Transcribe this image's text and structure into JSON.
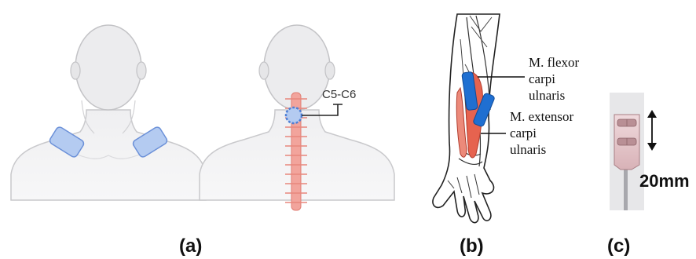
{
  "panels": {
    "a": {
      "label": "(a)",
      "vertebra_label": "C5-C6"
    },
    "b": {
      "label": "(b)",
      "flexor": [
        "M. flexor",
        "carpi",
        "ulnaris"
      ],
      "extensor": [
        "M. extensor",
        "carpi",
        "ulnaris"
      ]
    },
    "c": {
      "label": "(c)",
      "dimension": "20mm"
    }
  },
  "colors": {
    "skin": "#e8e8ea",
    "skin_outline": "#c9c9cc",
    "electrode_blue": "#a9c3ee",
    "electrode_outline": "#5d86d6",
    "spine": "#ef9a92",
    "muscle_red": "#e8604f",
    "electrode_strip": "#1e6fd0",
    "pad_pink": "#d9a9b0"
  }
}
